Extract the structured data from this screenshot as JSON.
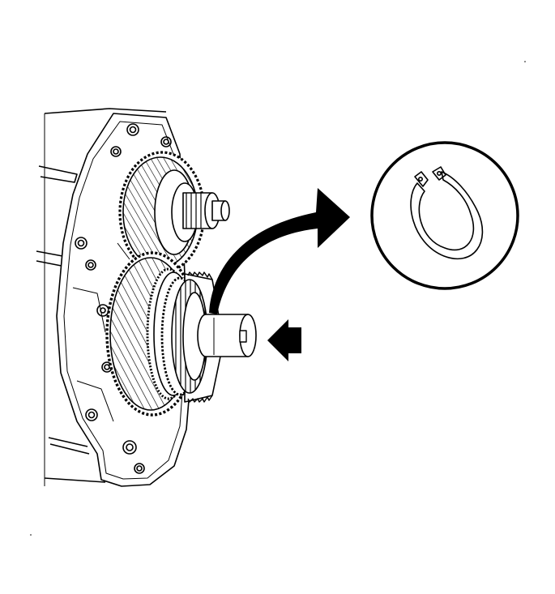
{
  "illustration": {
    "subject": "transmission-case-with-gear-and-snap-ring",
    "line_color": "#000000",
    "fill_color": "#ffffff"
  },
  "callout": {
    "detail": "snap-ring",
    "shape": "circle"
  },
  "indicators": {
    "curved_arrow_icon": "curved-arrow-icon",
    "direction_arrow_icon": "arrow-left-icon"
  }
}
